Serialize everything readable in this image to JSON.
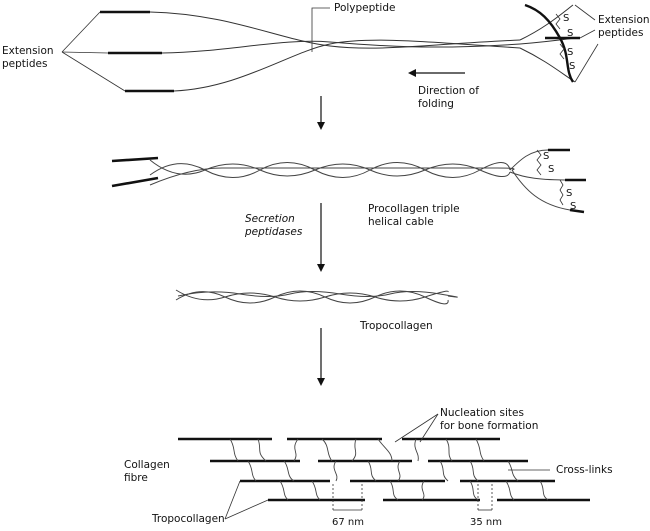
{
  "labels": {
    "polypeptide": "Polypeptide",
    "extension_left_1": "Extension",
    "extension_left_2": "peptides",
    "extension_right_1": "Extension",
    "extension_right_2": "peptides",
    "direction_1": "Direction of",
    "direction_2": "folding",
    "procollagen_1": "Procollagen triple",
    "procollagen_2": "helical cable",
    "secretion_1": "Secretion",
    "secretion_2": "peptidases",
    "tropocollagen_mid": "Tropocollagen",
    "nucleation_1": "Nucleation sites",
    "nucleation_2": "for bone formation",
    "crosslinks": "Cross-links",
    "collagen_1": "Collagen",
    "collagen_2": "fibre",
    "tropocollagen_bottom": "Tropocollagen",
    "dim_67": "67 nm",
    "dim_35": "35 nm",
    "disulfide": "S"
  }
}
